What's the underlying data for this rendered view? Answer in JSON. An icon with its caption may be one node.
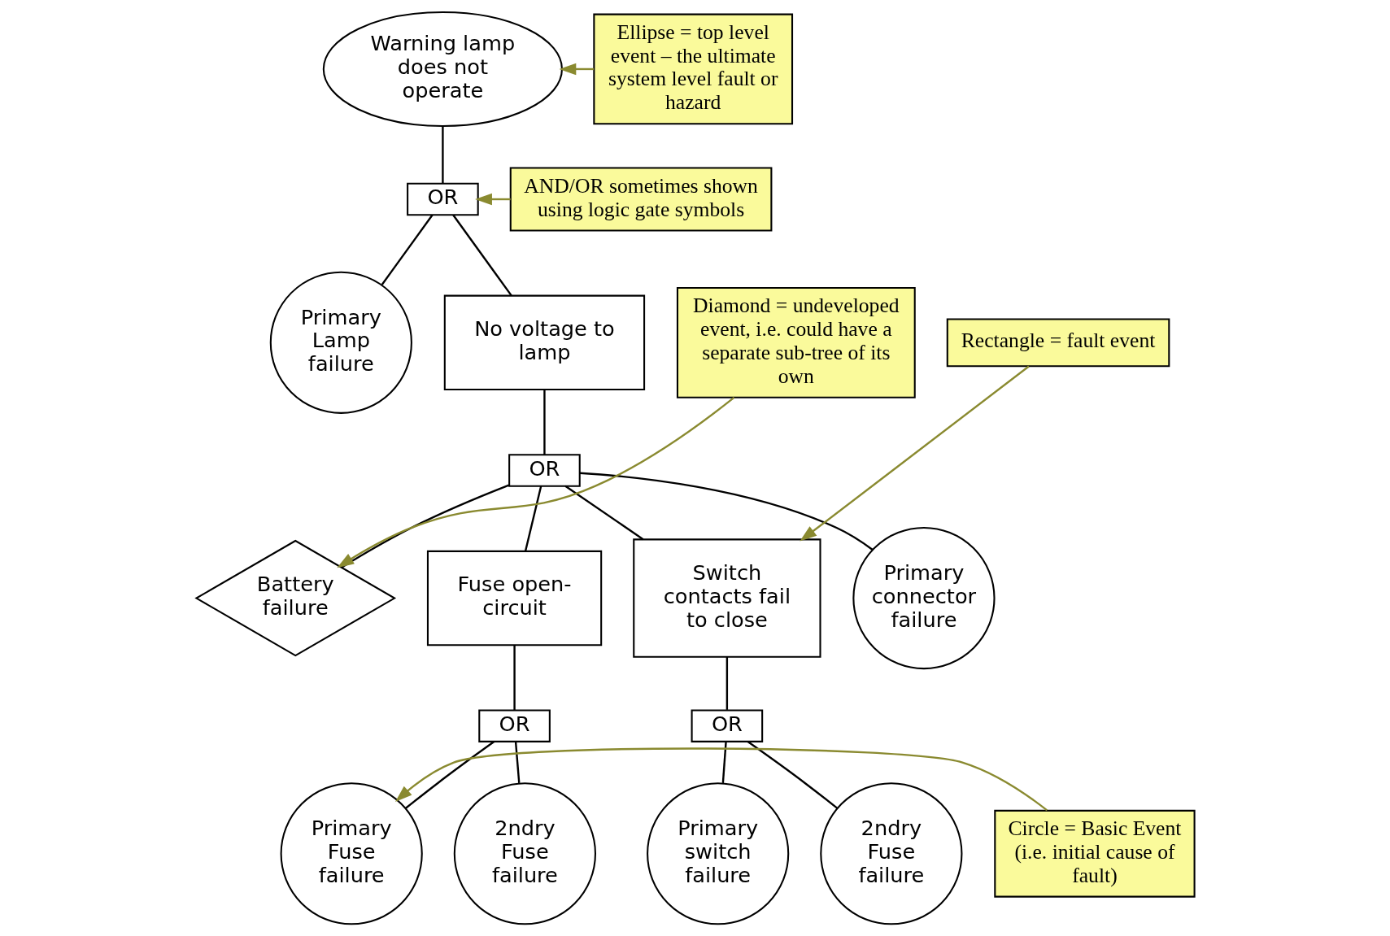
{
  "diagram": {
    "nodes": [
      {
        "text": [
          "Warning lamp does not operate"
        ]
      },
      {
        "text": [
          "Ellipse = top level event – the ultimate system level fault or hazard"
        ]
      },
      {
        "text": [
          "AND/OR sometimes shown using logic gate symbols"
        ]
      },
      {
        "text": [
          "OR"
        ]
      },
      {
        "text": [
          "Primary Lamp failure"
        ]
      },
      {
        "text": [
          "No voltage to lamp"
        ]
      },
      {
        "text": [
          "OR"
        ]
      },
      {
        "text": [
          "Diamond = undeveloped event, i.e. could have a separate sub-tree of its own"
        ]
      },
      {
        "text": [
          "Battery failure"
        ]
      },
      {
        "text": [
          "Fuse open-circuit"
        ]
      },
      {
        "text": [
          "Rectangle = fault event"
        ]
      },
      {
        "text": [
          "Switch contacts fail to close"
        ]
      },
      {
        "text": [
          "Primary connector failure"
        ]
      },
      {
        "text": [
          "OR"
        ]
      },
      {
        "text": [
          "OR"
        ]
      },
      {
        "text": [
          "Circle = Basic Event (i.e. initial cause of fault)"
        ]
      },
      {
        "text": [
          "Primary Fuse failure"
        ]
      },
      {
        "text": [
          "2ndry Fuse failure"
        ]
      },
      {
        "text": [
          "Primary switch failure"
        ]
      },
      {
        "text": [
          "2ndry Fuse failure"
        ]
      }
    ],
    "edges": [
      {
        "from": 0,
        "to": 3,
        "arrow": "none"
      },
      {
        "from": 3,
        "to": 4,
        "arrow": "none"
      },
      {
        "from": 3,
        "to": 5,
        "arrow": "none"
      },
      {
        "from": 5,
        "to": 6,
        "arrow": "none"
      },
      {
        "from": 6,
        "to": 8,
        "arrow": "none"
      },
      {
        "from": 6,
        "to": 9,
        "arrow": "none"
      },
      {
        "from": 6,
        "to": 11,
        "arrow": "none"
      },
      {
        "from": 6,
        "to": 12,
        "arrow": "none"
      },
      {
        "from": 9,
        "to": 13,
        "arrow": "none"
      },
      {
        "from": 13,
        "to": 16,
        "arrow": "none"
      },
      {
        "from": 13,
        "to": 17,
        "arrow": "none"
      },
      {
        "from": 11,
        "to": 14,
        "arrow": "none"
      },
      {
        "from": 14,
        "to": 18,
        "arrow": "none"
      },
      {
        "from": 14,
        "to": 19,
        "arrow": "none"
      },
      {
        "from": 1,
        "to": 0,
        "arrow": "to",
        "color": "#8a8a30"
      },
      {
        "from": 2,
        "to": 3,
        "arrow": "to",
        "color": "#8a8a30"
      },
      {
        "from": 7,
        "to": 8,
        "arrow": "to",
        "color": "#8a8a30"
      },
      {
        "from": 10,
        "to": 11,
        "arrow": "to",
        "color": "#8a8a30"
      },
      {
        "from": 15,
        "to": 16,
        "arrow": "to",
        "color": "#8a8a30"
      }
    ]
  }
}
